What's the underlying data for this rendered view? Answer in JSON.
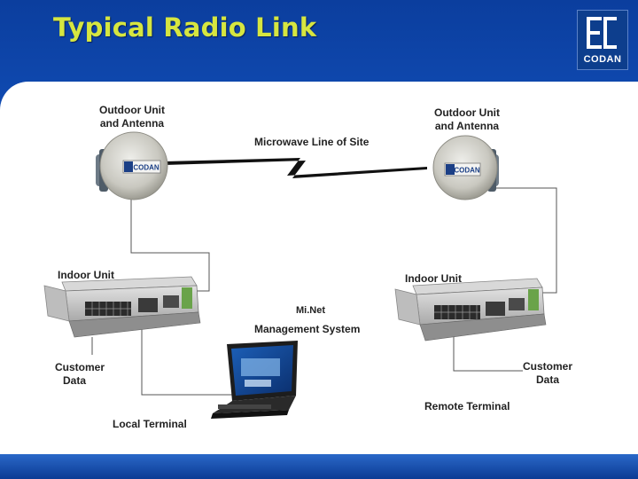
{
  "header": {
    "title": "Typical Radio Link",
    "logo_text": "CODAN",
    "colors": {
      "background": "#1456c4",
      "title": "#d6e640",
      "panel": "#ffffff"
    }
  },
  "diagram": {
    "labels": {
      "odu_left": "Outdoor Unit",
      "odu_left_sub": "and Antenna",
      "odu_right": "Outdoor Unit",
      "odu_right_sub": "and Antenna",
      "link": "Microwave Line of Site",
      "idu_left": "Indoor Unit",
      "idu_right": "Indoor Unit",
      "nms_name": "Mi.Net",
      "nms_desc": "Management System",
      "cust_left": "Customer",
      "cust_left_sub": "Data",
      "cust_right": "Customer",
      "cust_right_sub": "Data",
      "local_terminal": "Local Terminal",
      "remote_terminal": "Remote Terminal"
    },
    "antenna_badge": "CODAN"
  }
}
